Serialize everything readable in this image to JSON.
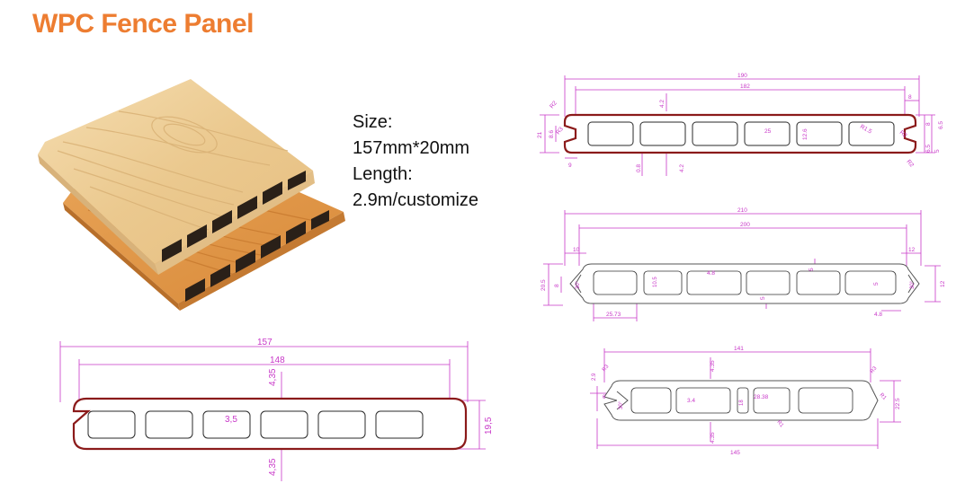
{
  "title": "WPC Fence Panel",
  "specs": {
    "size_label": "Size:",
    "size_value": "157mm*20mm",
    "length_label": "Length:",
    "length_value": "2.9m/customize"
  },
  "colors": {
    "title": "#ED7D31",
    "dimension_lines": "#C837C8",
    "profile_outline": "#8B1A1A",
    "wood_light": "#EFCF9A",
    "wood_dark": "#E09A4C"
  },
  "drawings": {
    "main_profile": {
      "overall_width": "157",
      "inner_width": "148",
      "wall_top": "4,35",
      "wall_bottom": "4,35",
      "web": "3,5",
      "height": "19,5"
    },
    "profile_190": {
      "overall_width": "190",
      "inner_width": "182",
      "tongue_right": "8",
      "wall_top": "4.2",
      "wall_bottom": "4.2",
      "web_bottom": "0.8",
      "cell_width": "25",
      "cell_height": "12.6",
      "height": "21",
      "groove_depth": "8.6",
      "radius_top_left": "R2",
      "radius_bottom_left": "R3",
      "radius_inner": "R1.5",
      "radius_right": "R2",
      "radius_bottom_right": "R2",
      "groove_left": "9",
      "right_top": "6.5",
      "right_bottom": "6.5",
      "right_mid": "8",
      "right_mid_b": "5"
    },
    "profile_210": {
      "overall_width": "210",
      "inner_width": "200",
      "left_step": "10",
      "right_step": "12",
      "height": "20.5",
      "left_groove": "8",
      "left_angle": "30°",
      "right_angle": "30°",
      "right_height": "12",
      "cell_height": "10.5",
      "web": "4.8",
      "wall_top": "5",
      "wall_bottom": "5",
      "side_wall": "5",
      "cell_width": "25.73",
      "right_bottom": "4.8"
    },
    "profile_141": {
      "overall_width": "141",
      "bottom_width": "145",
      "wall_top": "4.35",
      "wall_bottom": "4.35",
      "web": "3.4",
      "center_pair": "28.38",
      "cell_height": "18",
      "height": "22.5",
      "left_a": "2.9",
      "left_b": "R3",
      "left_c": "6",
      "left_angle": "30°",
      "right_a": "R3",
      "right_b": "R1",
      "bottom_radius": "R1"
    }
  }
}
